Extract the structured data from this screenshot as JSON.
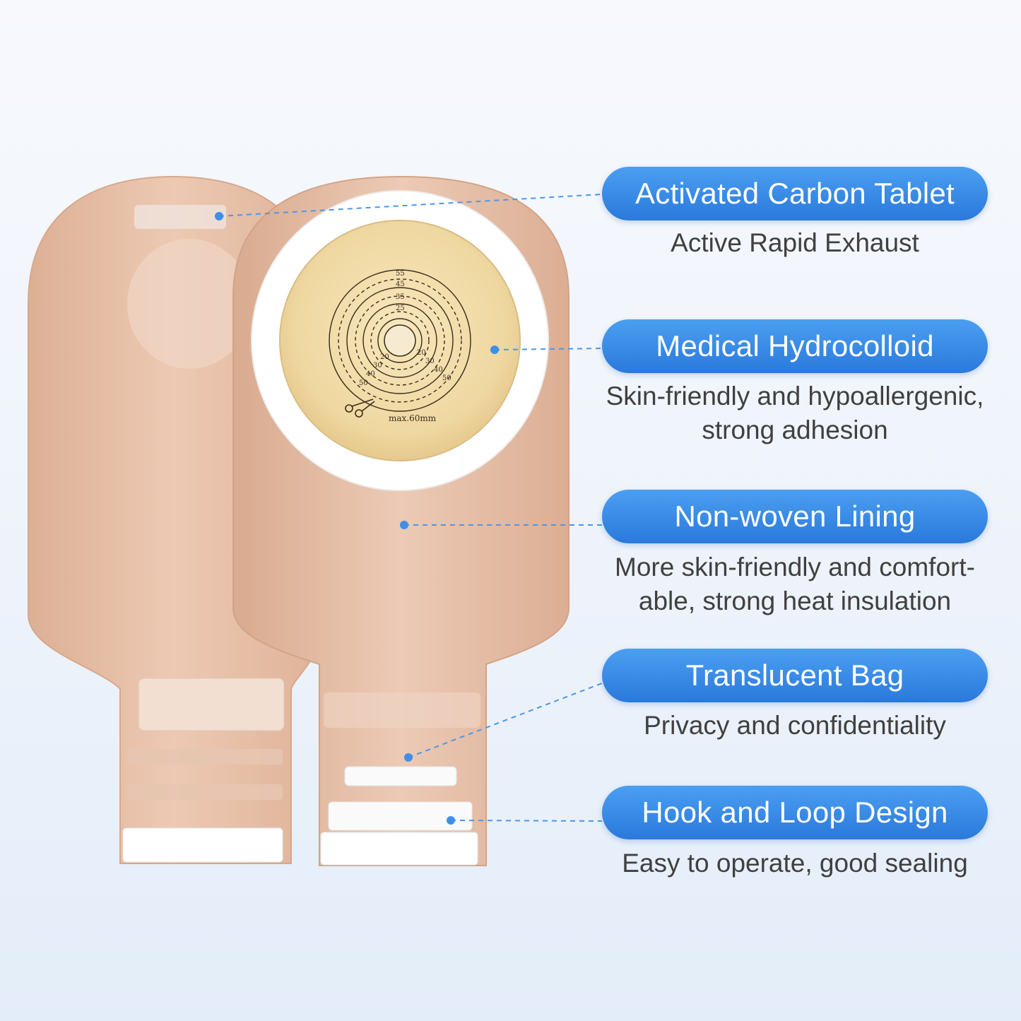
{
  "colors": {
    "accent": "#2e7fe0",
    "pouch": "#e9c3ab",
    "label_text": "#ffffff",
    "body_text": "#404040"
  },
  "product": {
    "flange_scale_marks": [
      "55",
      "45",
      "35",
      "25",
      "20",
      "30",
      "40",
      "50",
      "20",
      "30",
      "40",
      "50"
    ],
    "flange_max_text": "max.60mm"
  },
  "features": [
    {
      "title": "Activated Carbon Tablet",
      "description": "Active Rapid Exhaust"
    },
    {
      "title": "Medical Hydrocolloid",
      "description": "Skin-friendly and hypoallergenic,\nstrong adhesion"
    },
    {
      "title": "Non-woven Lining",
      "description": "More skin-friendly and comfort-\nable, strong heat insulation"
    },
    {
      "title": "Translucent Bag",
      "description": "Privacy and confidentiality"
    },
    {
      "title": "Hook and Loop Design",
      "description": "Easy to operate, good sealing"
    }
  ]
}
